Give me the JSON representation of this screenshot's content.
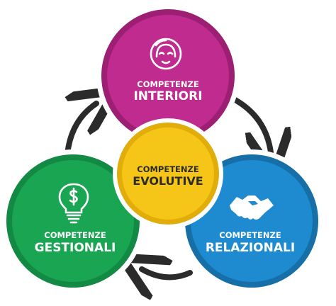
{
  "colors": {
    "top": "#c02b8f",
    "top_dark": "#9c1f74",
    "left": "#1aa553",
    "left_dark": "#138a44",
    "right": "#1e8bd0",
    "right_dark": "#176fa8",
    "center": "#f5c518",
    "center_dark": "#e1ad0a",
    "arrow": "#2b2b2b",
    "ring": "#ffffff"
  },
  "top_circle": {
    "line1": "COMPETENZE",
    "line2": "INTERIORI",
    "icon": "face-icon"
  },
  "left_circle": {
    "line1": "COMPETENZE",
    "line2": "GESTIONALI",
    "icon": "lightbulb-dollar-icon"
  },
  "right_circle": {
    "line1": "COMPETENZE",
    "line2": "RELAZIONALI",
    "icon": "handshake-icon"
  },
  "center_circle": {
    "line1": "COMPETENZE",
    "line2": "EVOLUTIVE"
  }
}
